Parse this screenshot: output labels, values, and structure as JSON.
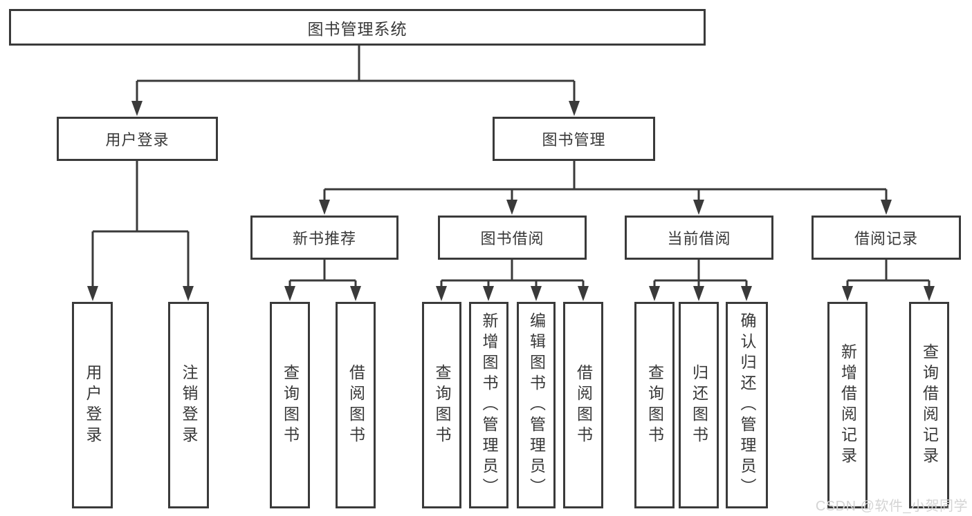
{
  "colors": {
    "line": "#3a3a3a",
    "text": "#383838",
    "background": "#ffffff",
    "watermark": "#d4d4d4"
  },
  "root": {
    "label": "图书管理系统"
  },
  "branches": {
    "user": {
      "label": "用户登录",
      "children": [
        {
          "label": "用户登录"
        },
        {
          "label": "注销登录"
        }
      ]
    },
    "book": {
      "label": "图书管理",
      "groups": [
        {
          "label": "新书推荐",
          "children": [
            {
              "label": "查询图书"
            },
            {
              "label": "借阅图书"
            }
          ]
        },
        {
          "label": "图书借阅",
          "children": [
            {
              "label": "查询图书"
            },
            {
              "label": "新增图书（管理员）"
            },
            {
              "label": "编辑图书（管理员）"
            },
            {
              "label": "借阅图书"
            }
          ]
        },
        {
          "label": "当前借阅",
          "children": [
            {
              "label": "查询图书"
            },
            {
              "label": "归还图书"
            },
            {
              "label": "确认归还（管理员）"
            }
          ]
        },
        {
          "label": "借阅记录",
          "children": [
            {
              "label": "新增借阅记录"
            },
            {
              "label": "查询借阅记录"
            }
          ]
        }
      ]
    }
  },
  "watermark": {
    "text": "CSDN @软件_小贺同学"
  }
}
